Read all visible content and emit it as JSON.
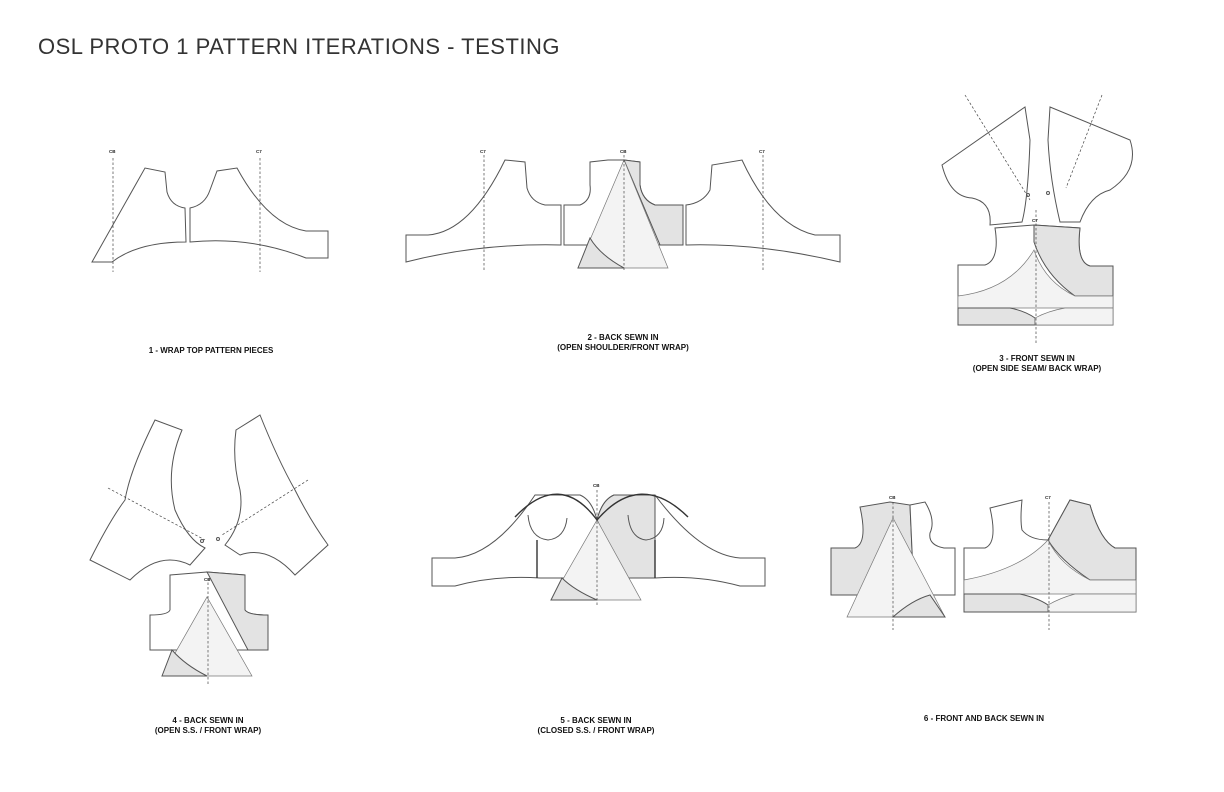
{
  "title": "OSL PROTO 1 PATTERN ITERATIONS - TESTING",
  "panels": [
    {
      "lines": [
        "1 - WRAP TOP PATTERN PIECES"
      ]
    },
    {
      "lines": [
        "2 - BACK SEWN IN",
        "(OPEN SHOULDER/FRONT WRAP)"
      ]
    },
    {
      "lines": [
        "3 - FRONT SEWN IN",
        "(OPEN SIDE SEAM/ BACK WRAP)"
      ]
    },
    {
      "lines": [
        "4 - BACK SEWN IN",
        "(OPEN S.S. / FRONT WRAP)"
      ]
    },
    {
      "lines": [
        "5 - BACK SEWN IN",
        "(CLOSED S.S. / FRONT WRAP)"
      ]
    },
    {
      "lines": [
        "6 - FRONT AND BACK SEWN IN"
      ]
    }
  ],
  "markers": {
    "cb": "CB",
    "c7": "C7"
  },
  "colors": {
    "outline": "#555555",
    "shaded": "#e3e3e3",
    "light_shaded": "#f3f3f3"
  }
}
